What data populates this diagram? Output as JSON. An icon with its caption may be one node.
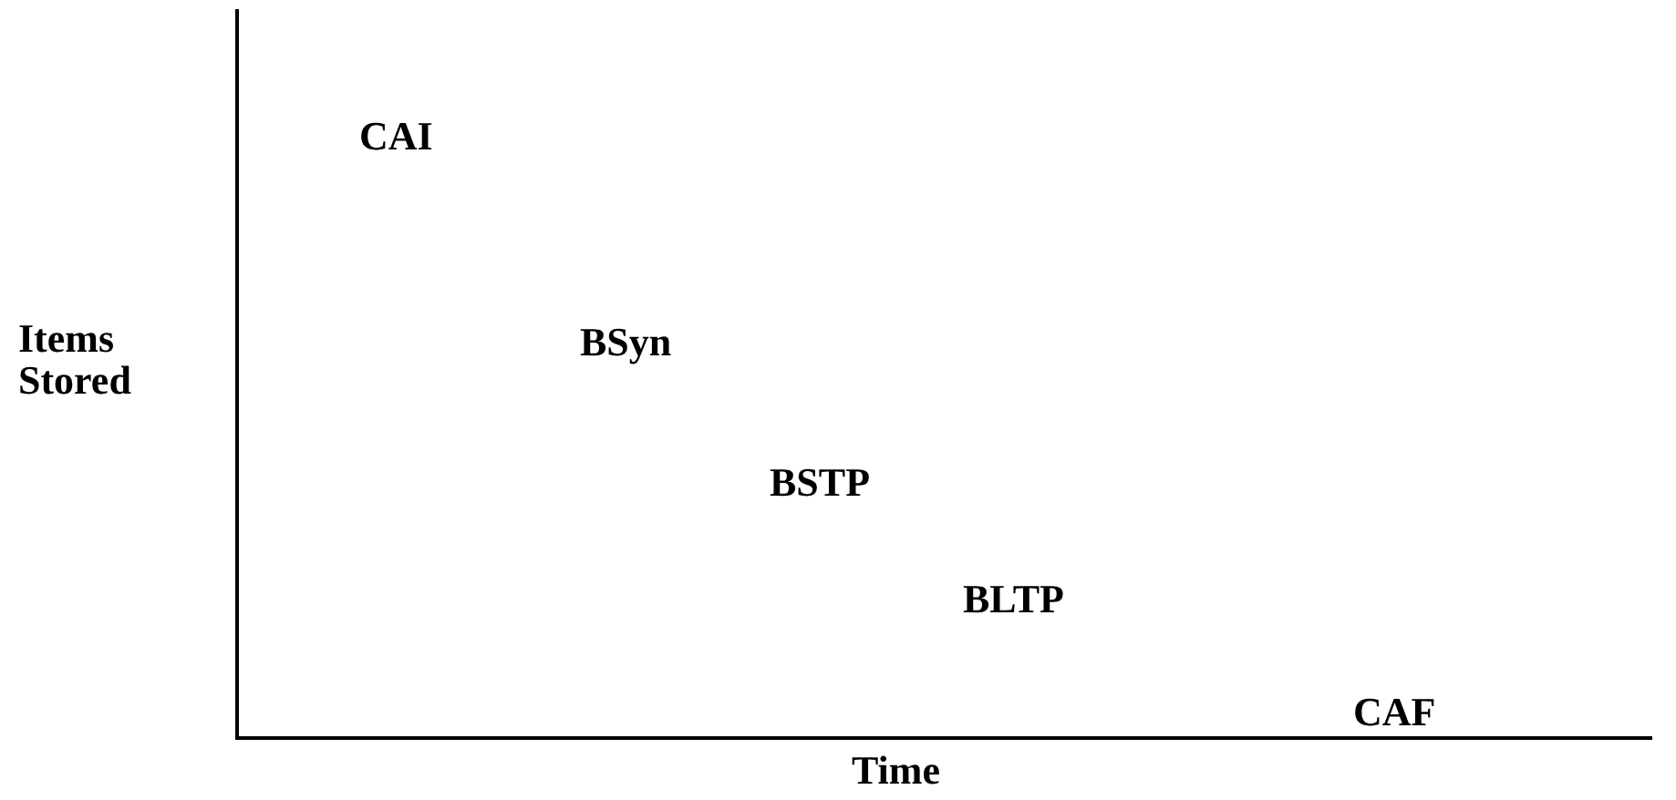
{
  "diagram": {
    "labels": [
      "CAI",
      "Items Stored",
      "BSyn",
      "BSTP",
      "BLTP",
      "CAF",
      "Time"
    ]
  }
}
